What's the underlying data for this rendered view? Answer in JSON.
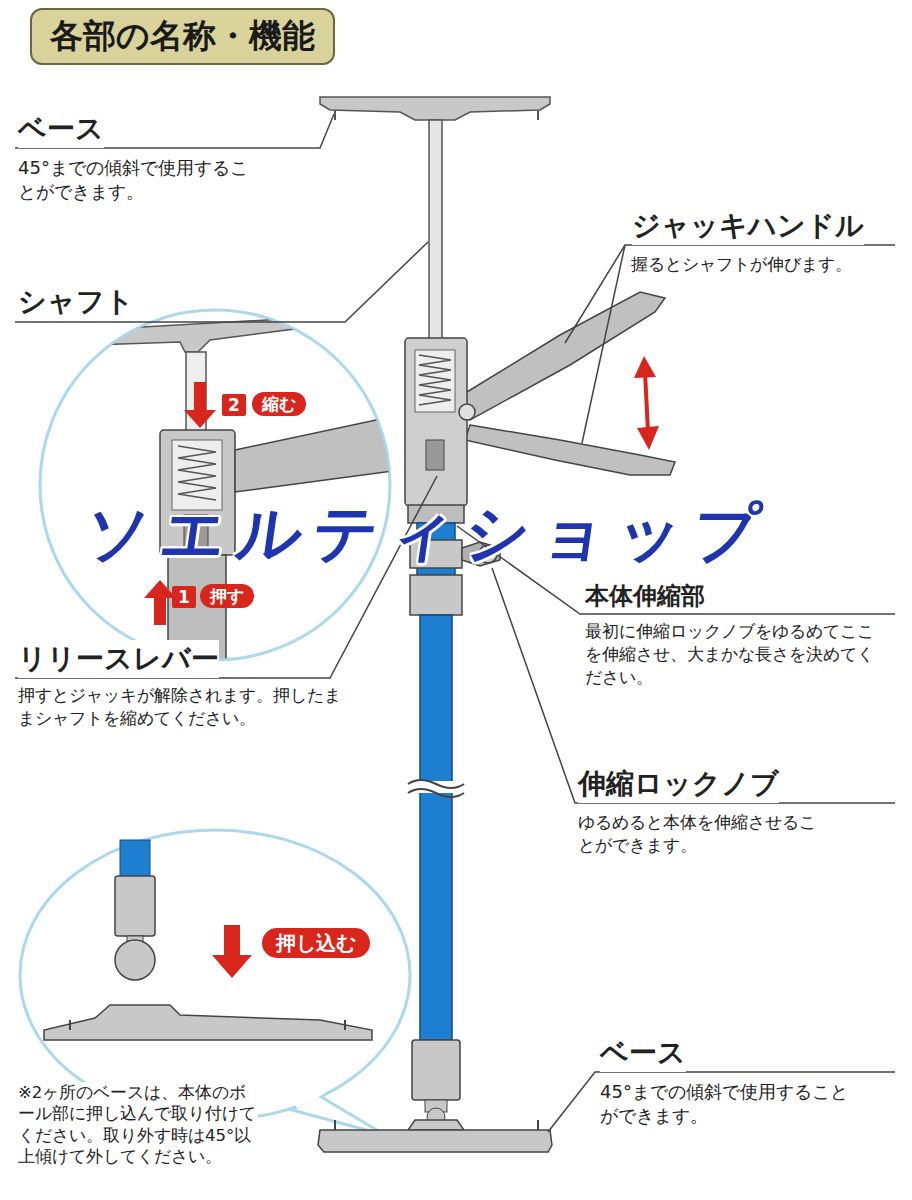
{
  "diagram": {
    "title": "各部の名称・機能",
    "nodes": [
      {
        "text": [
          "2"
        ]
      },
      {
        "text": [
          "縮む"
        ]
      },
      {
        "text": [
          "1"
        ]
      },
      {
        "text": [
          "押す"
        ]
      },
      {
        "text": [
          "押し込む"
        ]
      }
    ],
    "labels": [
      "ベース",
      "45°までの傾斜で使用することができます。",
      "シャフト",
      "ジャッキハンドル",
      "握るとシャフトが伸びます。",
      "本体伸縮部",
      "最初に伸縮ロックノブをゆるめてここを伸縮させ、大まかな長さを決めてください。",
      "リリースレバー",
      "押すとジャッキが解除されます。押したままシャフトを縮めてください。",
      "伸縮ロックノブ",
      "ゆるめると本体を伸縮させることができます。",
      "※2ヶ所のベースは、本体のボール部に押し込んで取り付けてください。取り外す時は45°以上傾けて外してください。",
      "ベース",
      "45°までの傾斜で使用することができます。",
      "ソエルティショップ"
    ]
  }
}
